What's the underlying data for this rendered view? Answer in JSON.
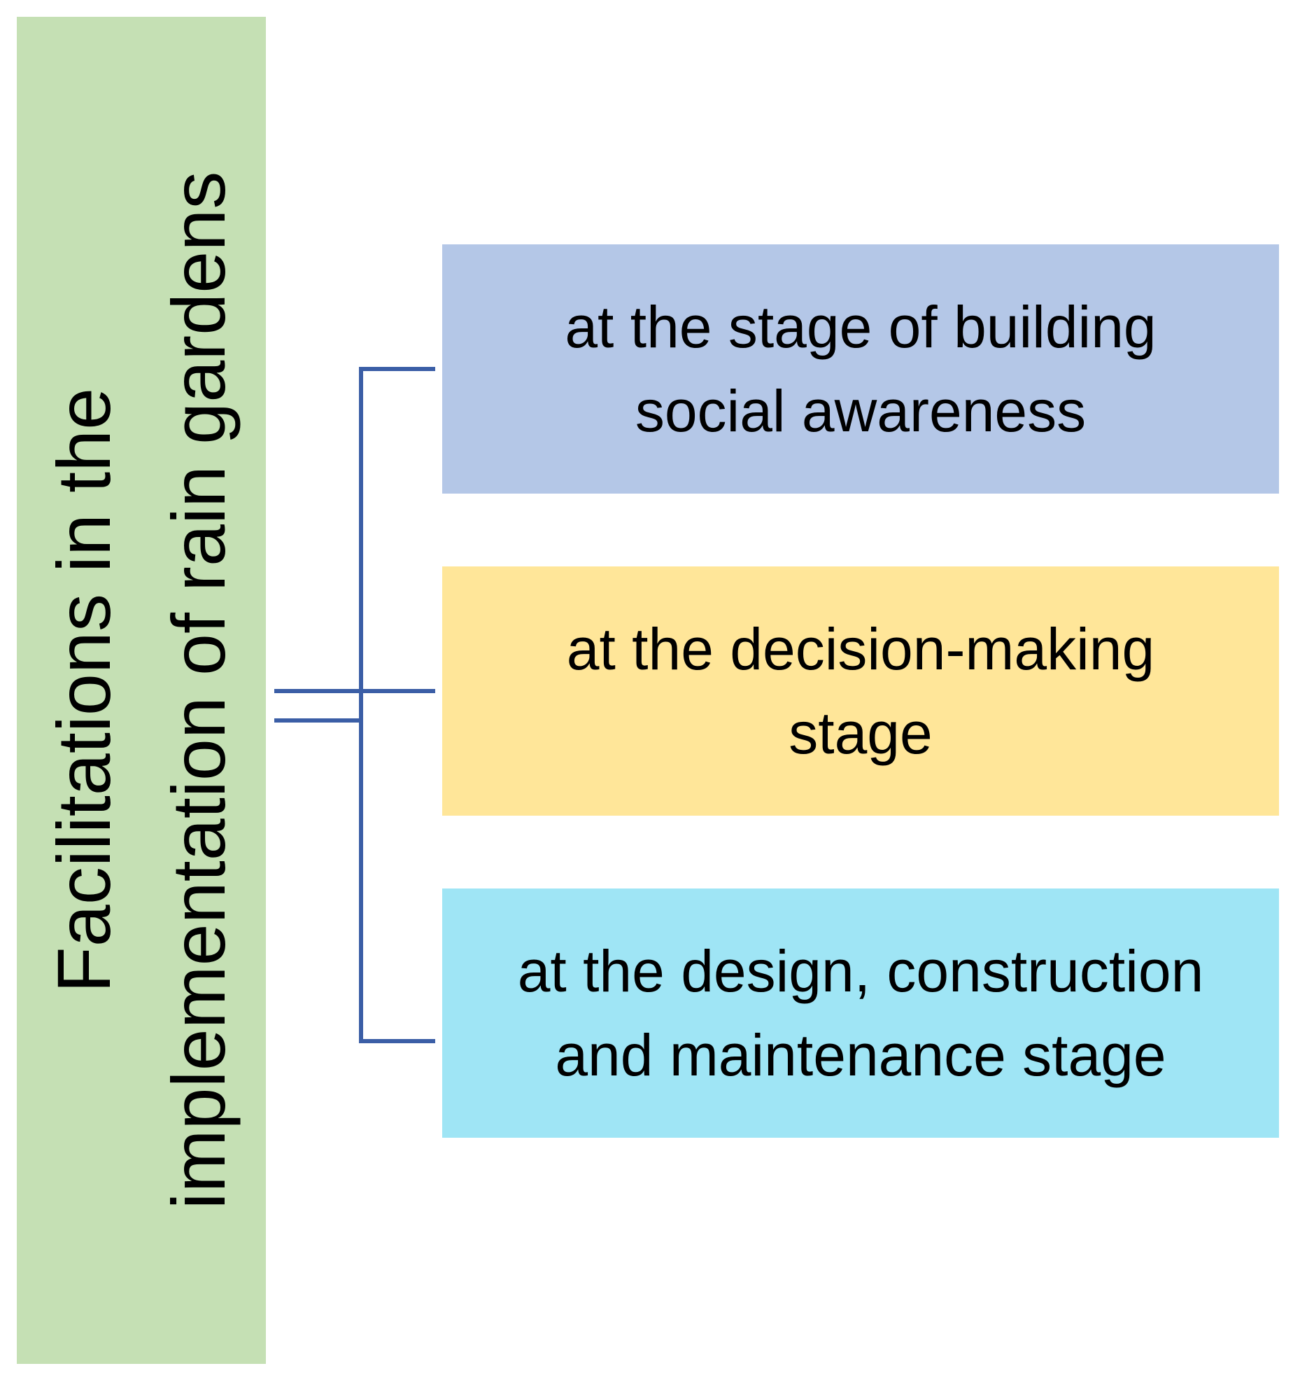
{
  "root": {
    "lines": [
      "Facilitations in the",
      "implementation of rain gardens"
    ],
    "color": "#c5e0b4"
  },
  "connector": {
    "color": "#3b5ea6"
  },
  "stages": [
    {
      "lines": [
        "at the stage of building",
        "social awareness"
      ],
      "color": "#b4c7e7"
    },
    {
      "lines": [
        "at the decision-making",
        "stage"
      ],
      "color": "#ffe699"
    },
    {
      "lines": [
        "at the design, construction",
        "and maintenance stage"
      ],
      "color": "#9fe5f5"
    }
  ]
}
